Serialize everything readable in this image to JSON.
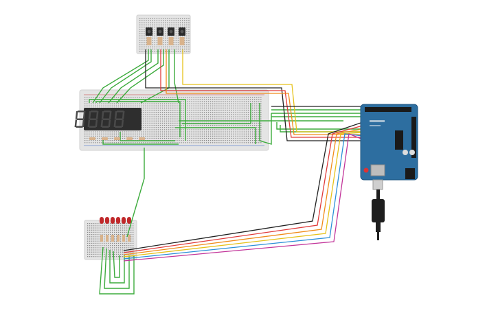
{
  "circuit": {
    "digit_count": 4,
    "display_digits": [
      "8",
      "8",
      "8",
      "8"
    ],
    "button_count": 4,
    "led_count": 6,
    "colors": {
      "breadboard": "#e4e4e4",
      "breadboard_hole": "#8a8a8a",
      "wire_green": "#3cab3c",
      "wire_black": "#222222",
      "wire_red": "#e03b3b",
      "wire_orange": "#f08c1a",
      "wire_yellow": "#e6c21a",
      "wire_blue": "#2b8fd8",
      "wire_magenta": "#c2359a",
      "arduino_board": "#2d6ea0",
      "display_body": "#2e2e2e",
      "display_segment": "#4a4a4a",
      "led": "#c0282a",
      "resistor": "#d9b38c",
      "usb_plug": "#1e1e1e"
    },
    "icons": [
      "breadboard",
      "seven-segment-display",
      "push-button",
      "led",
      "resistor",
      "arduino-uno",
      "usb-cable"
    ]
  }
}
